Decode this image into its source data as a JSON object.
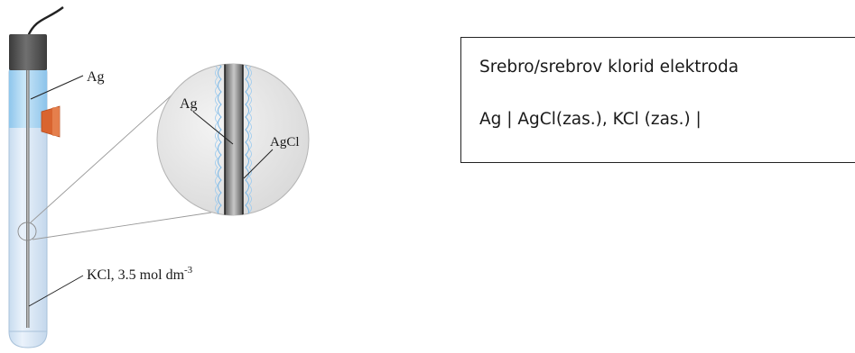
{
  "labels": {
    "electrode_ag": "Ag",
    "wire_ag": "Ag",
    "agcl": "AgCl",
    "kcl_main": "KCl, 3.5 mol dm",
    "kcl_exp": "-3"
  },
  "info_box": {
    "line1": "Srebro/srebrov klorid elektroda",
    "line2": "Ag | AgCl(zas.), KCl (zas.) |"
  },
  "colors": {
    "tube_light": "#dbe9f7",
    "tube_top": "#b7dcf4",
    "cap": "#555555",
    "plug": "#d9642f",
    "wire": "#9a9a9a",
    "agcl_crystals": "#7bb7e6",
    "magnifier": "#e8e8e8"
  }
}
